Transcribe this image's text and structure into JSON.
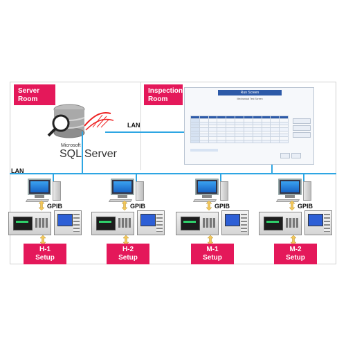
{
  "rooms": {
    "server": "Server Room",
    "inspection": "Inspection Room"
  },
  "network": {
    "lan_top": "LAN",
    "lan_bottom": "LAN",
    "gpib": "GPIB"
  },
  "sql": {
    "brand": "Microsoft",
    "product": "SQL Server"
  },
  "screen": {
    "title": "Run Screen",
    "subtitle": "Mechanical Test Screen"
  },
  "setups": [
    {
      "line1": "H-1",
      "line2": "Setup"
    },
    {
      "line1": "H-2",
      "line2": "Setup"
    },
    {
      "line1": "M-1",
      "line2": "Setup"
    },
    {
      "line1": "M-2",
      "line2": "Setup"
    }
  ],
  "colors": {
    "accent": "#e4185a",
    "lan": "#2ea6e3",
    "gpib_arrow": "#f3c75a"
  }
}
